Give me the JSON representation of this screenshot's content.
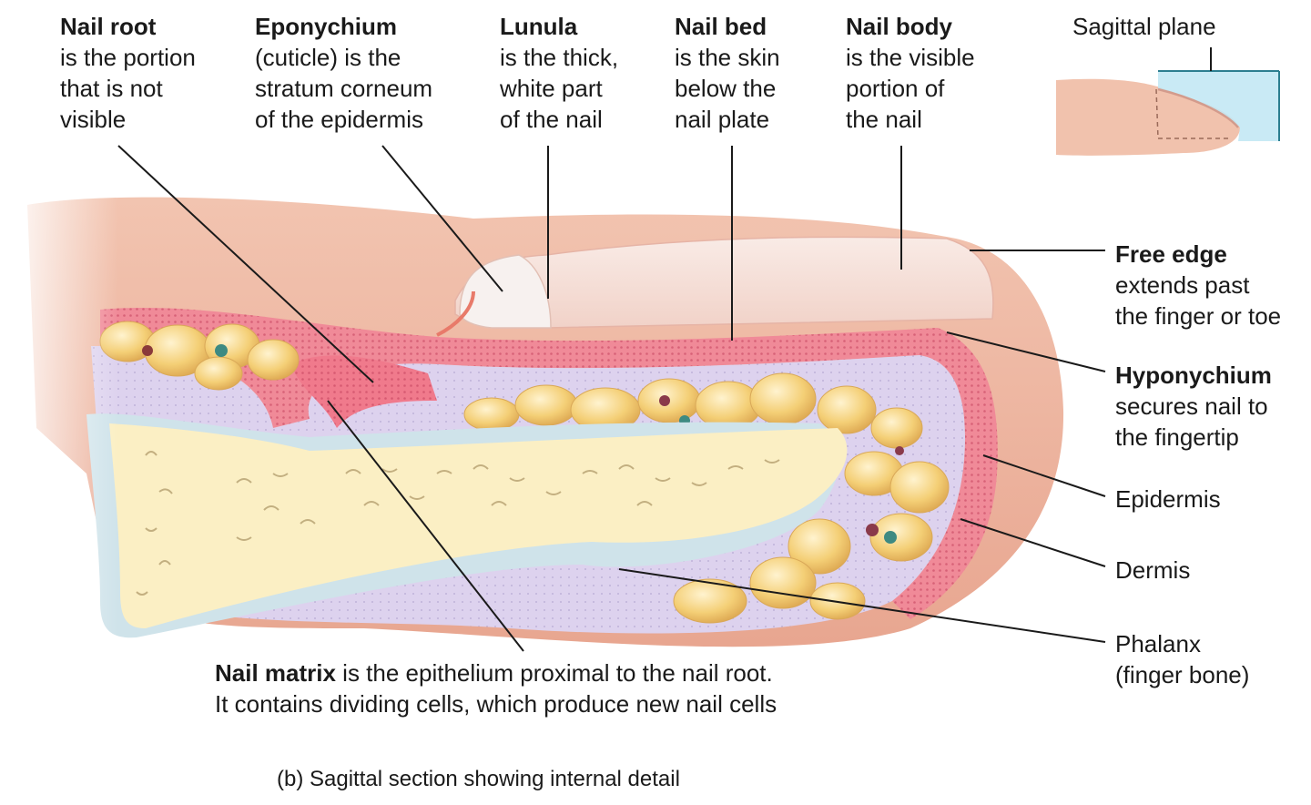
{
  "diagram": {
    "subject": "Fingernail anatomy",
    "caption": "(b) Sagittal section showing internal detail",
    "inset": {
      "label": "Sagittal plane"
    },
    "top_labels": [
      {
        "id": "nail-root",
        "title": "Nail root",
        "desc": [
          "is the portion",
          "that is not",
          "visible"
        ]
      },
      {
        "id": "eponychium",
        "title": "Eponychium",
        "desc": [
          "(cuticle) is the",
          "stratum corneum",
          "of the epidermis"
        ]
      },
      {
        "id": "lunula",
        "title": "Lunula",
        "desc": [
          "is the thick,",
          "white part",
          "of the nail"
        ]
      },
      {
        "id": "nail-bed",
        "title": "Nail bed",
        "desc": [
          "is the skin",
          "below the",
          "nail plate"
        ]
      },
      {
        "id": "nail-body",
        "title": "Nail body",
        "desc": [
          "is the visible",
          "portion of",
          "the nail"
        ]
      }
    ],
    "right_labels": [
      {
        "id": "free-edge",
        "title": "Free edge",
        "desc": [
          "extends past",
          "the finger or toe"
        ]
      },
      {
        "id": "hyponychium",
        "title": "Hyponychium",
        "desc": [
          "secures nail to",
          "the fingertip"
        ]
      },
      {
        "id": "epidermis",
        "title": "",
        "desc": [
          "Epidermis"
        ]
      },
      {
        "id": "dermis",
        "title": "",
        "desc": [
          "Dermis"
        ]
      },
      {
        "id": "phalanx",
        "title": "",
        "desc": [
          "Phalanx",
          "(finger bone)"
        ]
      }
    ],
    "bottom_label": {
      "id": "nail-matrix",
      "title": "Nail matrix",
      "line1_rest": " is the epithelium proximal to the nail root.",
      "line2": "It contains dividing cells, which produce new nail cells"
    },
    "colors": {
      "skin": "#efb8a0",
      "skin_dark": "#e39a85",
      "nail": "#f7e6e0",
      "epidermis_pink": "#f0788a",
      "dermis_lavender": "#d8cdea",
      "fat_yellow": "#f3cf7c",
      "bone": "#fbefc2",
      "bone_blue": "#cfe4ea",
      "plane_blue": "#bfe6f3",
      "line": "#1a1a1a"
    }
  }
}
